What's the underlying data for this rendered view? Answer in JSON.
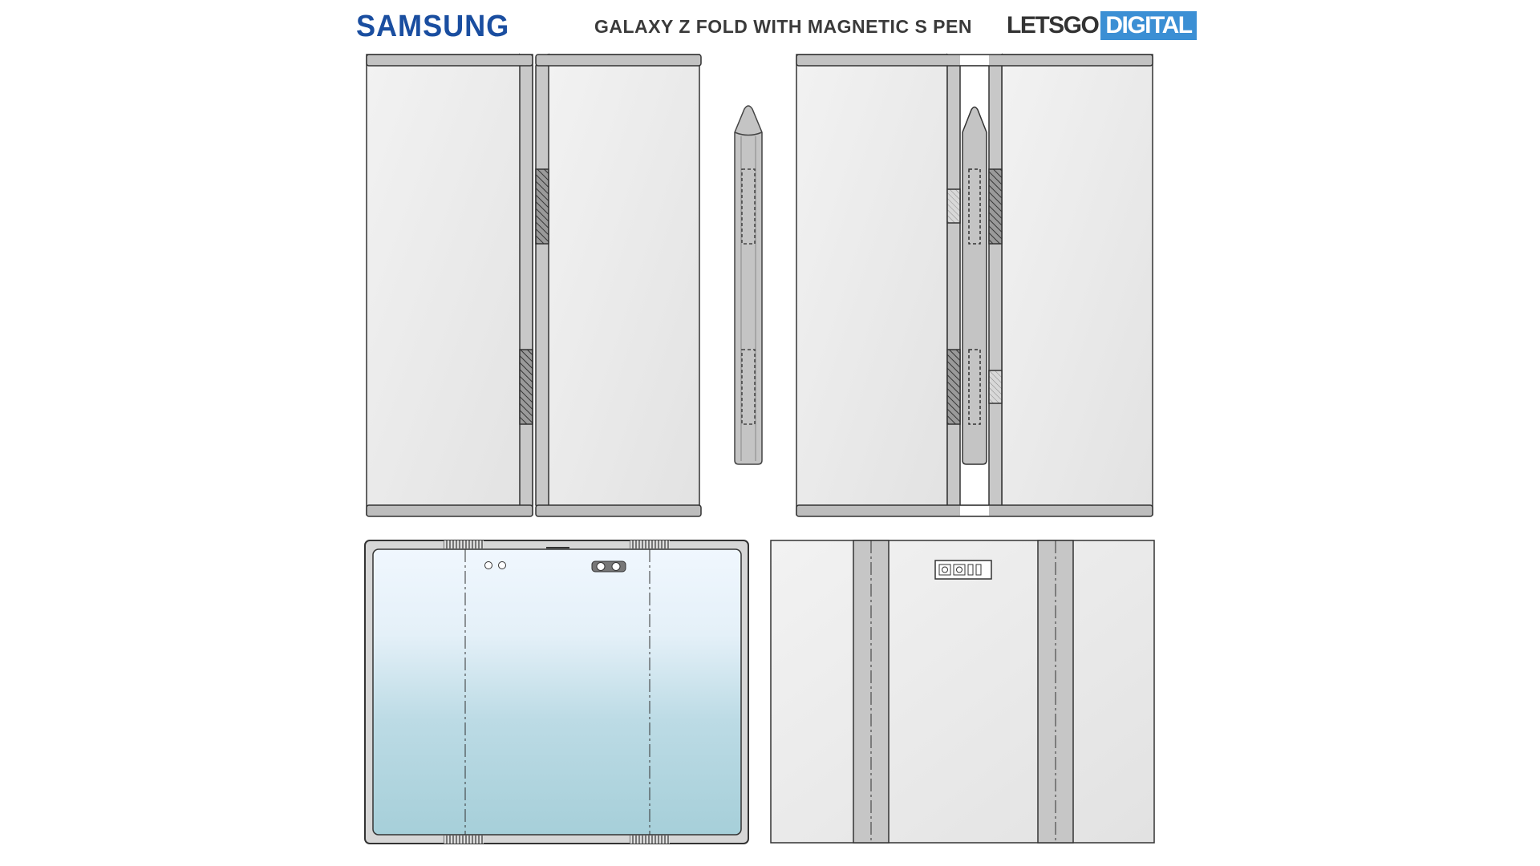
{
  "header": {
    "brand": "SAMSUNG",
    "title": "GALAXY Z FOLD WITH MAGNETIC S PEN",
    "source_logo_part1": "LETSGO",
    "source_logo_part2": "DIGITAL"
  },
  "colors": {
    "brand_blue": "#1a4ea0",
    "logo_blue": "#3b8fd4",
    "device_gray": "#e6e6e6",
    "screen_top": "#eef6fd",
    "screen_bottom": "#a6cfd9"
  }
}
